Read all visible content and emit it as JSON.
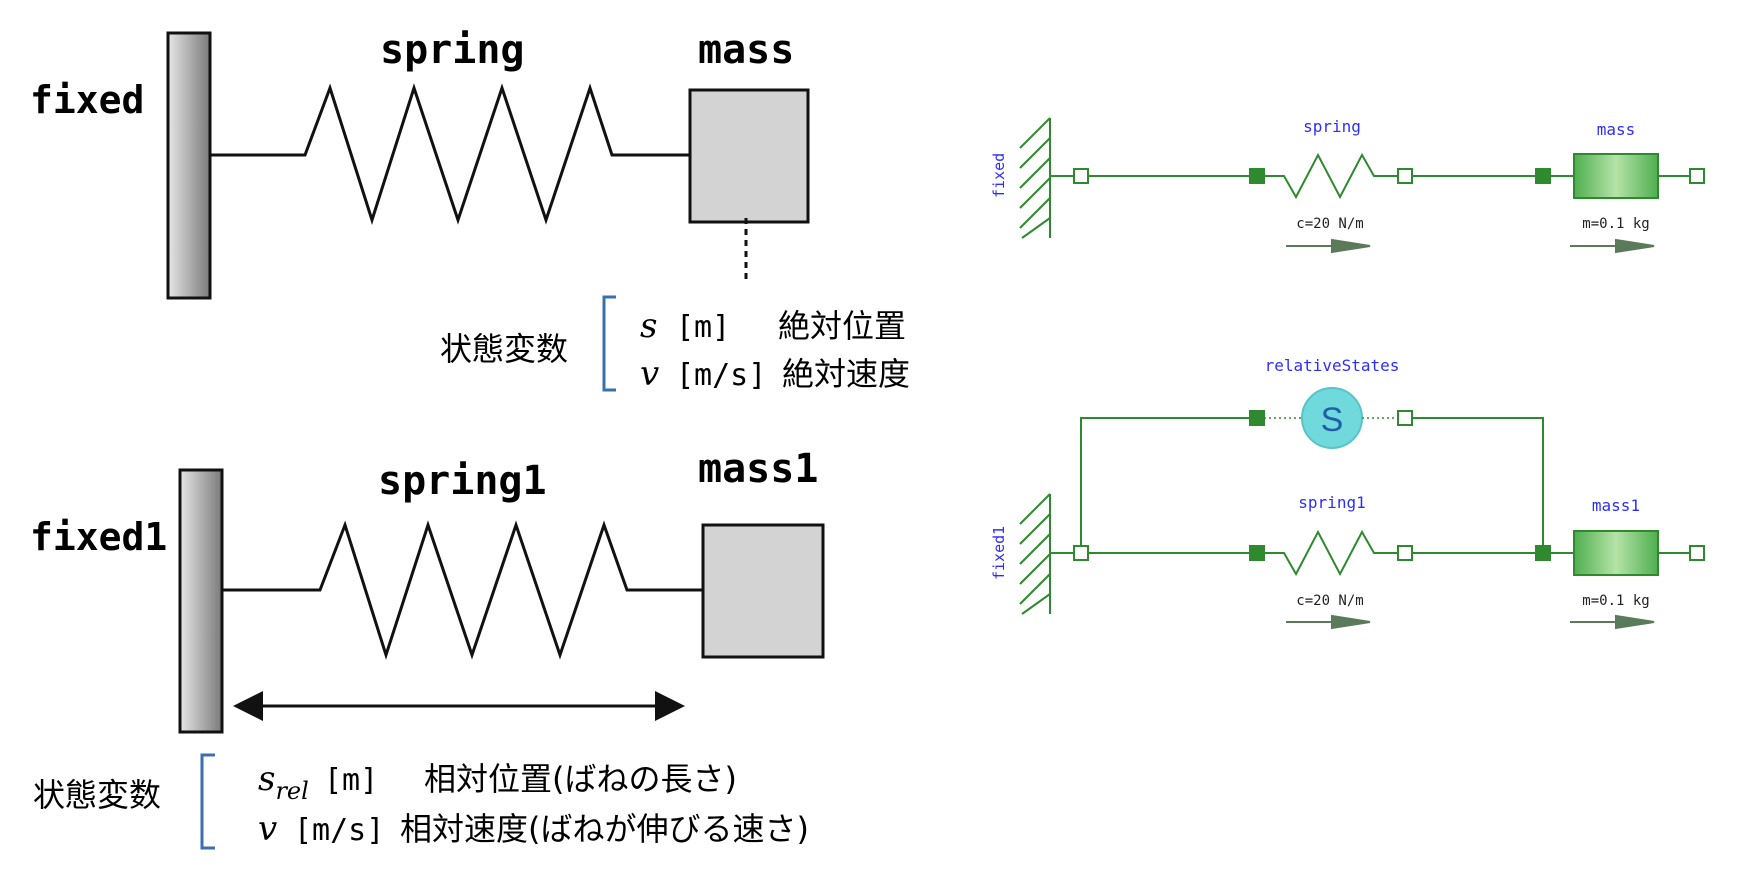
{
  "physical_top": {
    "fixed_label": "fixed",
    "spring_label": "spring",
    "mass_label": "mass",
    "state_vars_label": "状態変数",
    "var1_symbol": "s",
    "var1_unit": "[m]",
    "var1_desc": "絶対位置",
    "var2_symbol": "v",
    "var2_unit": "[m/s]",
    "var2_desc": "絶対速度"
  },
  "physical_bottom": {
    "fixed_label": "fixed1",
    "spring_label": "spring1",
    "mass_label": "mass1",
    "state_vars_label": "状態変数",
    "var1_symbol": "s",
    "var1_subscript": "rel",
    "var1_unit": "[m]",
    "var1_desc": "相対位置(ばねの長さ)",
    "var2_symbol": "v",
    "var2_unit": "[m/s]",
    "var2_desc": "相対速度(ばねが伸びる速さ)"
  },
  "modelica_top": {
    "fixed_label": "fixed",
    "spring_label": "spring",
    "spring_param": "c=20 N/m",
    "mass_label": "mass",
    "mass_param": "m=0.1 kg"
  },
  "modelica_bottom": {
    "fixed_label": "fixed1",
    "sensor_label": "relativeStates",
    "sensor_symbol": "S",
    "spring_label": "spring1",
    "spring_param": "c=20 N/m",
    "mass_label": "mass1",
    "mass_param": "m=0.1 kg"
  },
  "colors": {
    "modelica_green": "#2f8a2f",
    "label_blue": "#2d2dff",
    "bracket_blue": "#3a6fb0",
    "sensor_cyan": "#6fd9dc",
    "mass_fill": "#d3d3d3"
  }
}
